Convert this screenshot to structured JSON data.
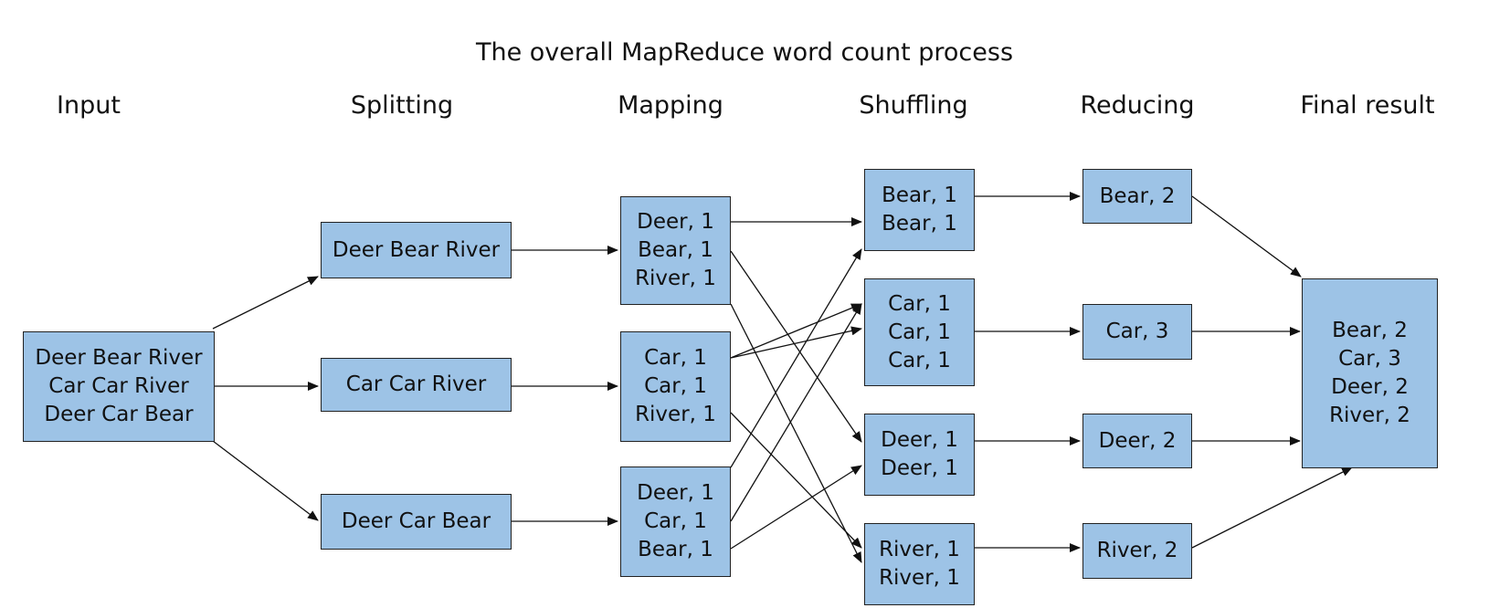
{
  "title": "The overall MapReduce word count process",
  "stages": [
    "Input",
    "Splitting",
    "Mapping",
    "Shuffling",
    "Reducing",
    "Final result"
  ],
  "input": [
    "Deer Bear River",
    "Car Car River",
    "Deer Car Bear"
  ],
  "splitting": [
    [
      "Deer Bear River"
    ],
    [
      "Car Car River"
    ],
    [
      "Deer Car Bear"
    ]
  ],
  "mapping": [
    [
      "Deer, 1",
      "Bear, 1",
      "River, 1"
    ],
    [
      "Car, 1",
      "Car, 1",
      "River, 1"
    ],
    [
      "Deer, 1",
      "Car, 1",
      "Bear, 1"
    ]
  ],
  "shuffling": [
    [
      "Bear, 1",
      "Bear, 1"
    ],
    [
      "Car, 1",
      "Car, 1",
      "Car, 1"
    ],
    [
      "Deer, 1",
      "Deer, 1"
    ],
    [
      "River, 1",
      "River, 1"
    ]
  ],
  "reducing": [
    "Bear, 2",
    "Car, 3",
    "Deer, 2",
    "River, 2"
  ],
  "final_result": [
    "Bear, 2",
    "Car, 3",
    "Deer, 2",
    "River, 2"
  ],
  "colors": {
    "box_fill": "#9dc3e6",
    "box_border": "#222222",
    "arrow": "#111111"
  }
}
